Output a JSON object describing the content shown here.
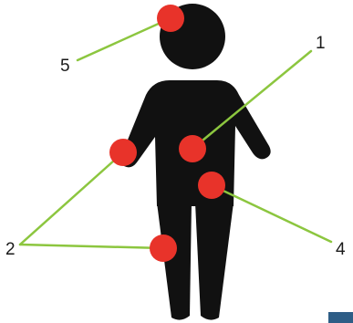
{
  "figure": {
    "colors": {
      "body": "#111111",
      "marker": "#e8332a",
      "leader_line": "#8cc63f",
      "corner_accent": "#2e5d86"
    },
    "callouts": [
      {
        "id": "1",
        "label": "1"
      },
      {
        "id": "2",
        "label": "2"
      },
      {
        "id": "4",
        "label": "4"
      },
      {
        "id": "5",
        "label": "5"
      }
    ]
  }
}
